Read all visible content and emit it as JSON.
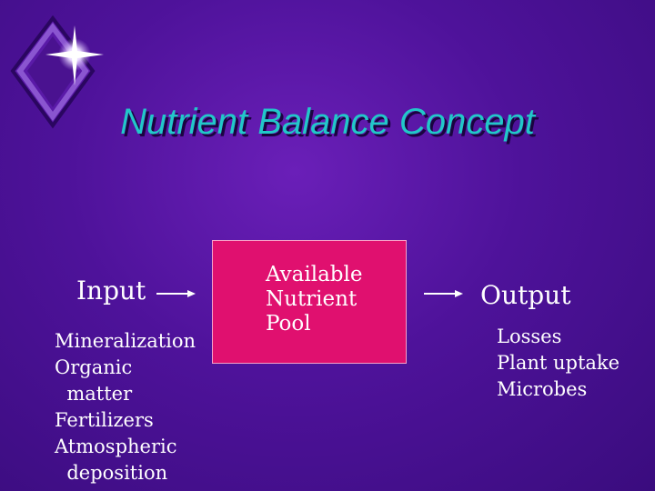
{
  "title": "Nutrient Balance Concept",
  "input": {
    "label": "Input",
    "items": "Mineralization\nOrganic\n  matter\nFertilizers\nAtmospheric\n  deposition"
  },
  "pool": {
    "label": "Available\nNutrient\nPool"
  },
  "output": {
    "label": "Output",
    "items": "Losses\nPlant uptake\nMicrobes"
  },
  "colors": {
    "background": "#4e129a",
    "title": "#22c7c9",
    "pool_box": "#e0106f",
    "text": "#ffffff"
  },
  "icons": [
    "sparkle-diamond-logo-icon",
    "arrow-right-icon"
  ]
}
